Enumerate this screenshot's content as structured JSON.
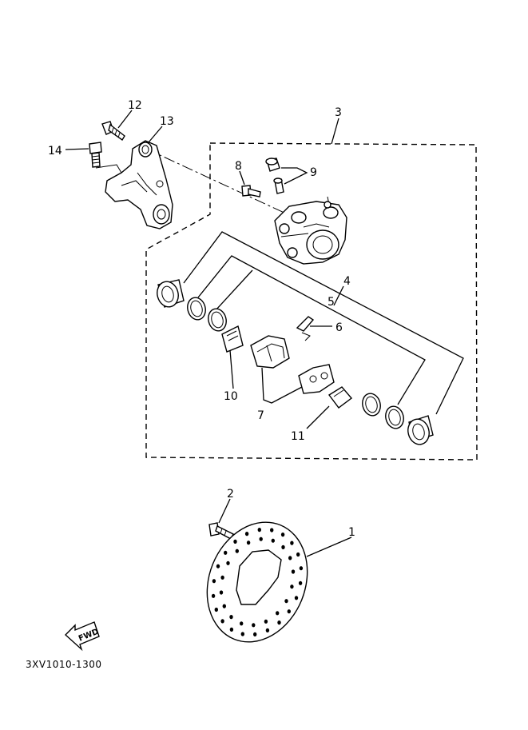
{
  "callouts": {
    "c1": "1",
    "c2": "2",
    "c3": "3",
    "c4": "4",
    "c5": "5",
    "c6": "6",
    "c7": "7",
    "c8": "8",
    "c9": "9",
    "c10": "10",
    "c11": "11",
    "c12": "12",
    "c13": "13",
    "c14": "14"
  },
  "fwd_label": "FWD",
  "diagram_code": "3XV1010-1300"
}
